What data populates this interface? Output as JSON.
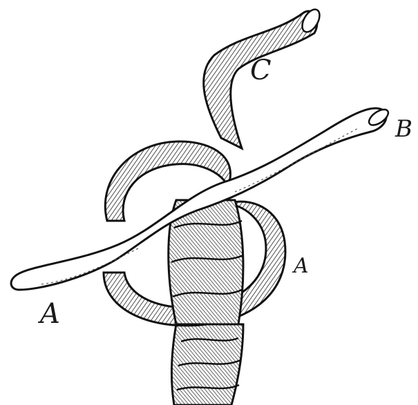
{
  "diagram": {
    "labels": {
      "a": "A",
      "b": "B",
      "c": "C",
      "a2": "A"
    },
    "ink_color": "#111111",
    "paper_color": "#ffffff"
  }
}
